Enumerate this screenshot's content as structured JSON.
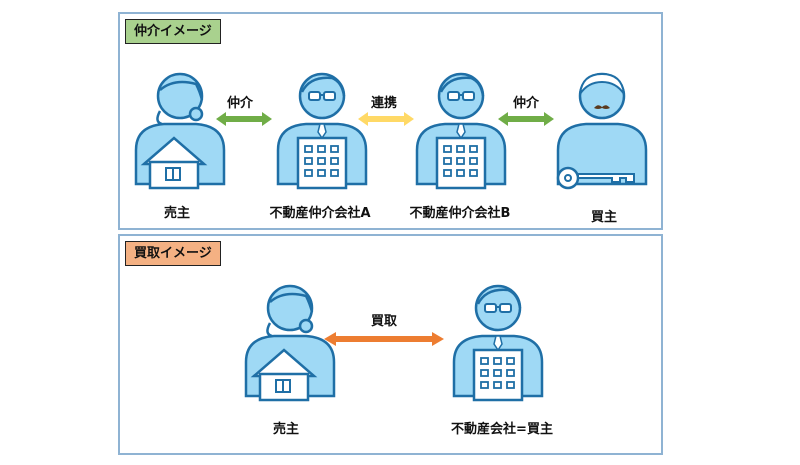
{
  "chukai": {
    "title": "仲介イメージ",
    "seller": "売主",
    "agency_a": "不動産仲介会社A",
    "agency_b": "不動産仲介会社B",
    "buyer": "買主",
    "arrow_left": "仲介",
    "arrow_mid": "連携",
    "arrow_right": "仲介"
  },
  "kaitori": {
    "title": "買取イメージ",
    "seller": "売主",
    "company": "不動産会社=買主",
    "arrow": "買取"
  },
  "colors": {
    "border": "#8fb3d3",
    "figure_fill": "#9fd9f5",
    "figure_stroke": "#1f6fa6",
    "green_arrow": "#70ad47",
    "yellow_arrow": "#ffd966",
    "orange_arrow": "#ed7d31"
  }
}
